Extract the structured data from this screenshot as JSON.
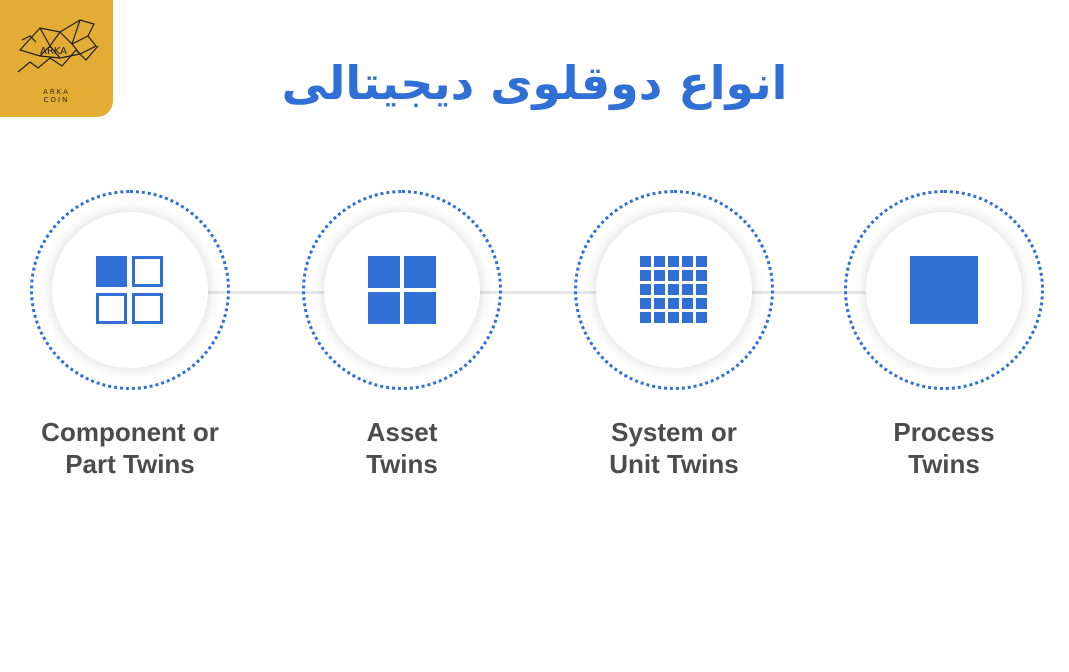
{
  "logo": {
    "text": "ARKA",
    "subtext": "ARKA\nCOIN"
  },
  "title": "انواع دوقلوی دیجیتالی",
  "types": [
    {
      "icon": "split-grid-icon",
      "line1": "Component or",
      "line2": "Part Twins"
    },
    {
      "icon": "four-square-grid-icon",
      "line1": "Asset",
      "line2": "Twins"
    },
    {
      "icon": "dense-grid-icon",
      "line1": "System or",
      "line2": "Unit Twins"
    },
    {
      "icon": "solid-square-icon",
      "line1": "Process",
      "line2": "Twins"
    }
  ],
  "colors": {
    "accent": "#2f6fd6",
    "badge": "#e3ad35",
    "label": "#4c4c4c"
  }
}
